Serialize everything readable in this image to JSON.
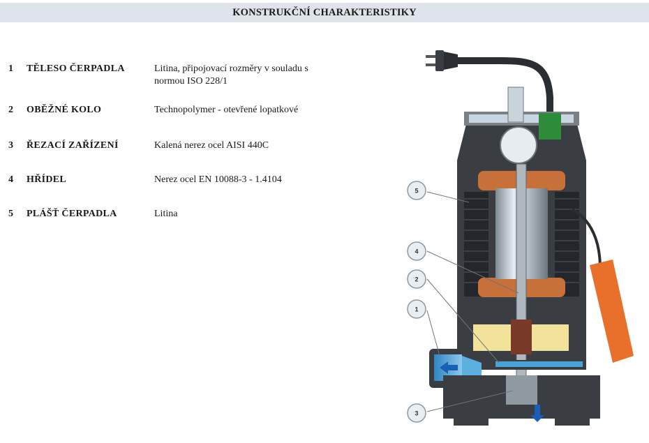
{
  "header": {
    "title": "KONSTRUKČNÍ CHARAKTERISTIKY"
  },
  "specs": [
    {
      "num": "1",
      "name": "TĚLESO ČERPADLA",
      "value_line1": "Litina, připojovací rozměry v souladu s",
      "value_line2": "normou ISO 228/1"
    },
    {
      "num": "2",
      "name": "OBĚŽNÉ KOLO",
      "value_line1": "Technopolymer - otevřené lopatkové",
      "value_line2": ""
    },
    {
      "num": "3",
      "name": "ŘEZACÍ ZAŘÍZENÍ",
      "value_line1": "Kalená nerez ocel  AISI 440C",
      "value_line2": ""
    },
    {
      "num": "4",
      "name": "HŘÍDEL",
      "value_line1": "Nerez ocel EN 10088-3 - 1.4104",
      "value_line2": ""
    },
    {
      "num": "5",
      "name": "PLÁŠŤ ČERPADLA",
      "value_line1": "Litina",
      "value_line2": ""
    }
  ],
  "diagram": {
    "callouts": [
      "5",
      "4",
      "2",
      "1",
      "3"
    ],
    "colors": {
      "body": "#3a3d41",
      "fins": "#23262a",
      "copper": "#c8703a",
      "rotor": "#b8c4cc",
      "float": "#e8702a",
      "water": "#4aa3d8",
      "cable_green": "#2e8b3a",
      "seal": "#f2e29a",
      "arrow": "#1a5fb4"
    }
  }
}
